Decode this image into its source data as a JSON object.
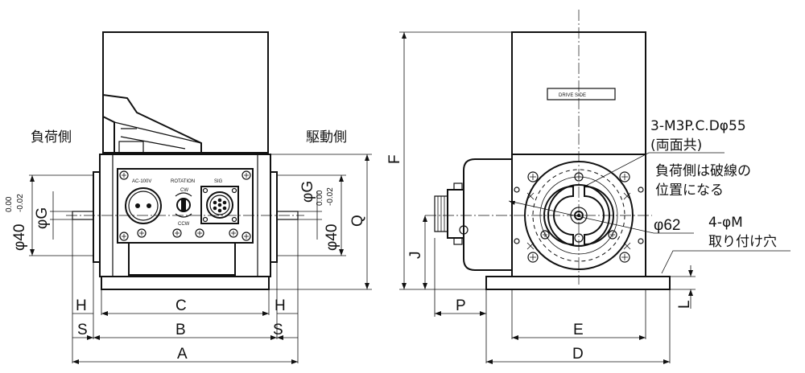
{
  "dimensions": {
    "A": "A",
    "B": "B",
    "C": "C",
    "D": "D",
    "E": "E",
    "F": "F",
    "H": "H",
    "J": "J",
    "L": "L",
    "P": "P",
    "Q": "Q",
    "S": "S",
    "G": "φG",
    "phi40": "φ40",
    "tol_upper": "0.00",
    "tol_lower": "-0.02",
    "phi62": "φ62"
  },
  "labels": {
    "load_side": "負荷側",
    "drive_side": "駆動側",
    "drive_side_plate": "DRIVE SIDE",
    "tapped_line1": "3-M3P.C.Dφ55",
    "tapped_line2": "(両面共)",
    "dashed_note_line1": "負荷側は破線の",
    "dashed_note_line2": "位置になる",
    "mount_line1": "4-φM",
    "mount_line2": "取り付け穴"
  },
  "panel": {
    "power": "AC-100V",
    "rotation": "ROTATION",
    "cw": "CW",
    "ccw": "CCW",
    "signal": "SIG"
  }
}
